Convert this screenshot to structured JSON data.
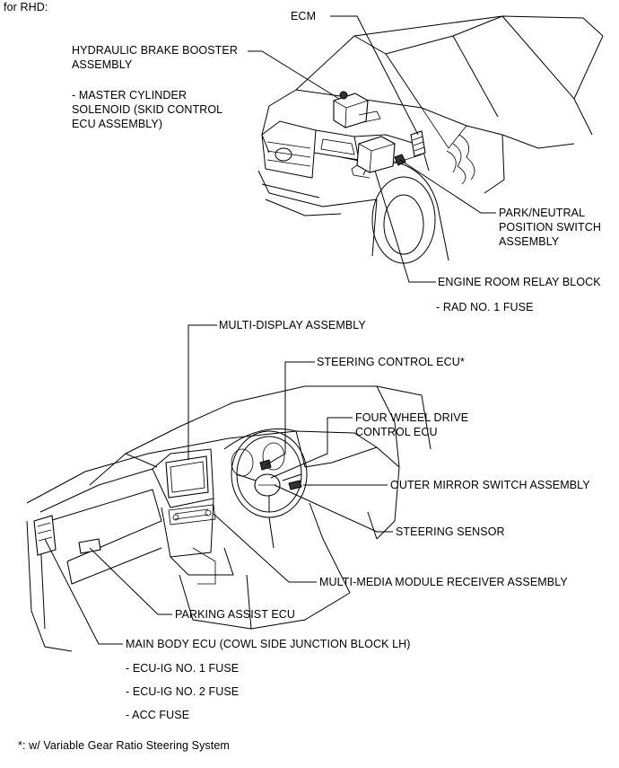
{
  "header": {
    "title": "for RHD:"
  },
  "engine_labels": {
    "ecm": "ECM",
    "brake_booster": "HYDRAULIC BRAKE BOOSTER\nASSEMBLY",
    "master_cylinder": "- MASTER CYLINDER\nSOLENOID (SKID CONTROL\nECU ASSEMBLY)",
    "park_neutral": "PARK/NEUTRAL\nPOSITION SWITCH\nASSEMBLY",
    "relay_block": "ENGINE ROOM RELAY BLOCK",
    "rad_fuse": "- RAD NO. 1 FUSE"
  },
  "cabin_labels": {
    "multi_display": "MULTI-DISPLAY ASSEMBLY",
    "steering_control": "STEERING CONTROL ECU*",
    "four_wheel_drive": "FOUR WHEEL DRIVE\nCONTROL ECU",
    "outer_mirror": "OUTER MIRROR SWITCH ASSEMBLY",
    "steering_sensor": "STEERING SENSOR",
    "multi_media": "MULTI-MEDIA MODULE RECEIVER ASSEMBLY",
    "parking_assist": "PARKING ASSIST ECU",
    "main_body": "MAIN BODY ECU (COWL SIDE JUNCTION BLOCK LH)",
    "ecu_ig1": "- ECU-IG NO. 1 FUSE",
    "ecu_ig2": "- ECU-IG NO. 2 FUSE",
    "acc_fuse": "- ACC FUSE"
  },
  "footnote": "*: w/ Variable Gear Ratio Steering System"
}
